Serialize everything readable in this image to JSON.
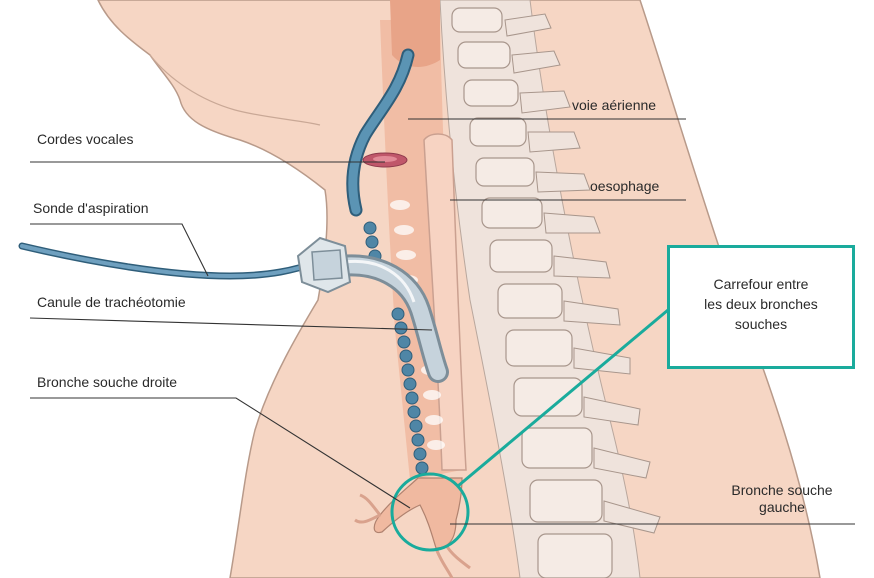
{
  "labels": {
    "voie_aerienne": "voie aérienne",
    "cordes_vocales": "Cordes vocales",
    "oesophage": "oesophage",
    "sonde_aspiration": "Sonde d'aspiration",
    "canule": "Canule de trachéotomie",
    "bronche_droite": "Bronche souche droite",
    "bronche_gauche_line1": "Bronche souche",
    "bronche_gauche_line2": "gauche"
  },
  "callout": {
    "line1": "Carrefour entre",
    "line2": "les deux bronches",
    "line3": "souches"
  },
  "colors": {
    "skin": "#f6d6c4",
    "skin_outline": "#b89a8a",
    "airway": "#f0b9a0",
    "esophagus": "#f4c7b2",
    "spine": "#efe3dc",
    "tube_blue": "#4f86a6",
    "tube_light": "#c6d3dc",
    "callout_teal": "#1aab9c",
    "vocal_cords": "#c0576a",
    "text": "#2a2a2a"
  }
}
